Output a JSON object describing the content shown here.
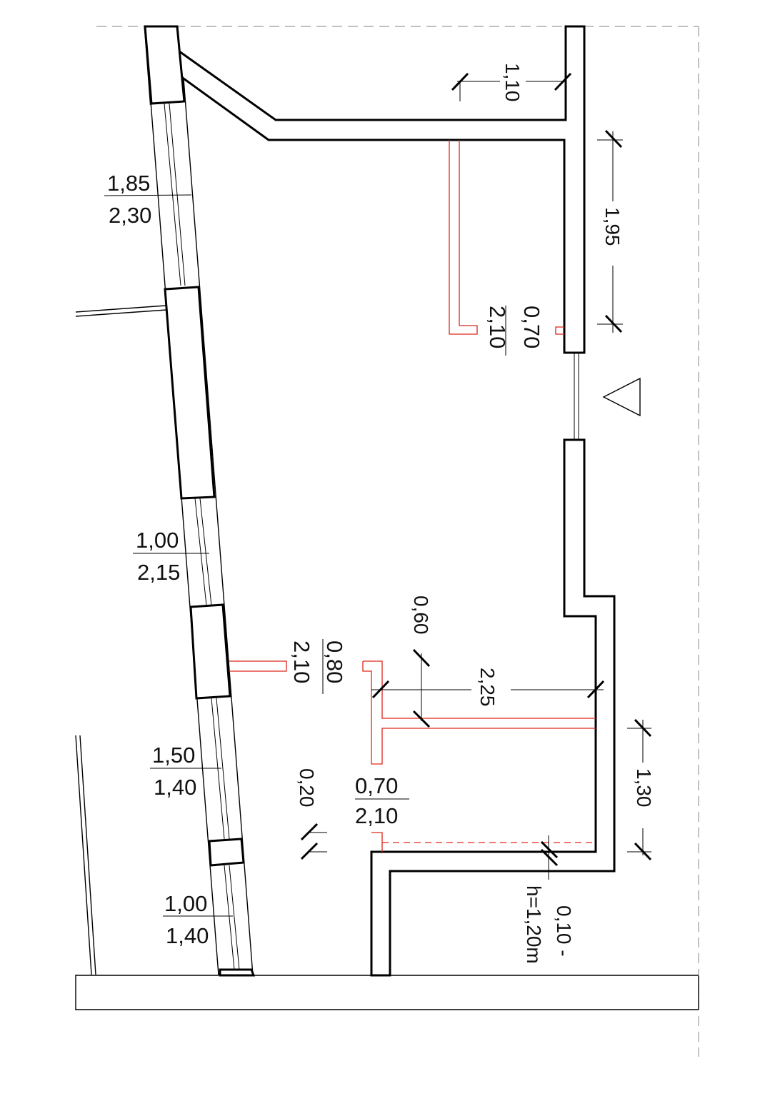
{
  "labels": {
    "win1_width": "1,85",
    "win1_height": "2,30",
    "win2_width": "1,00",
    "win2_height": "2,15",
    "win3_width": "1,50",
    "win3_height": "1,40",
    "win4_width": "1,00",
    "win4_height": "1,40",
    "door1_width": "0,70",
    "door1_height": "2,10",
    "door2_width": "0,80",
    "door2_height": "2,10",
    "door3_width": "0,70",
    "door3_height": "2,10",
    "dim_110": "1,10",
    "dim_195": "1,95",
    "dim_060": "0,60",
    "dim_225": "2,25",
    "dim_130": "1,30",
    "dim_020": "0,20",
    "parapet_thickness": "0,10 -",
    "parapet_height": "h=1,20m"
  },
  "colors": {
    "walls": "#000000",
    "new_partitions": "#e0261b",
    "property_line": "#9a9a9a"
  }
}
